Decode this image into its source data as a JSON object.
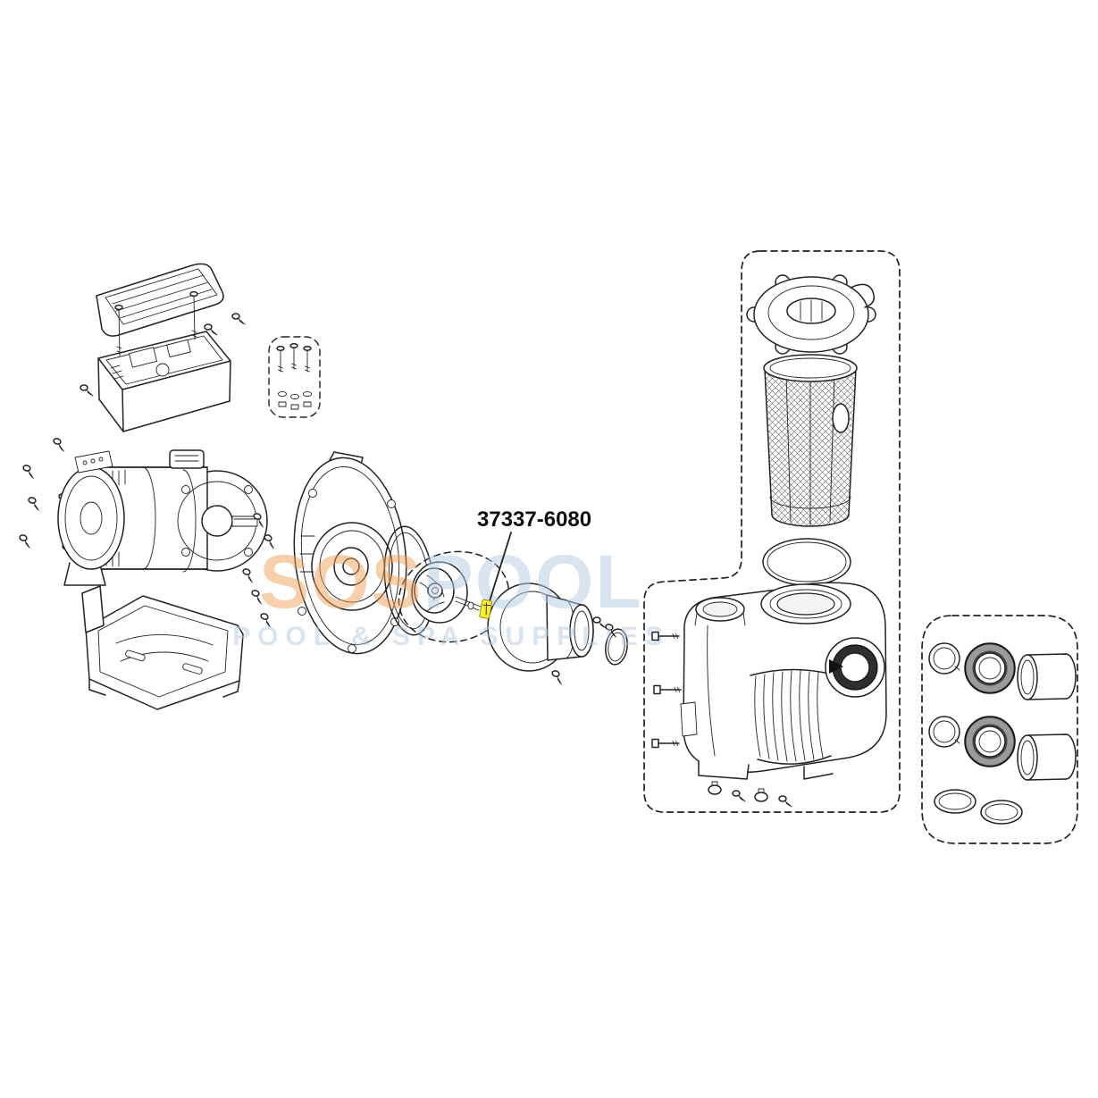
{
  "diagram": {
    "part_label": "37337-6080"
  },
  "watermark": {
    "brand_prefix": "SOS",
    "brand_suffix": "POOL",
    "tagline": "POOL & SPA SUPPLIES"
  },
  "colors": {
    "line": "#222222",
    "highlight": "#f8ef2f",
    "watermark_orange": "#f0a05a",
    "watermark_blue": "#b3cce4"
  }
}
